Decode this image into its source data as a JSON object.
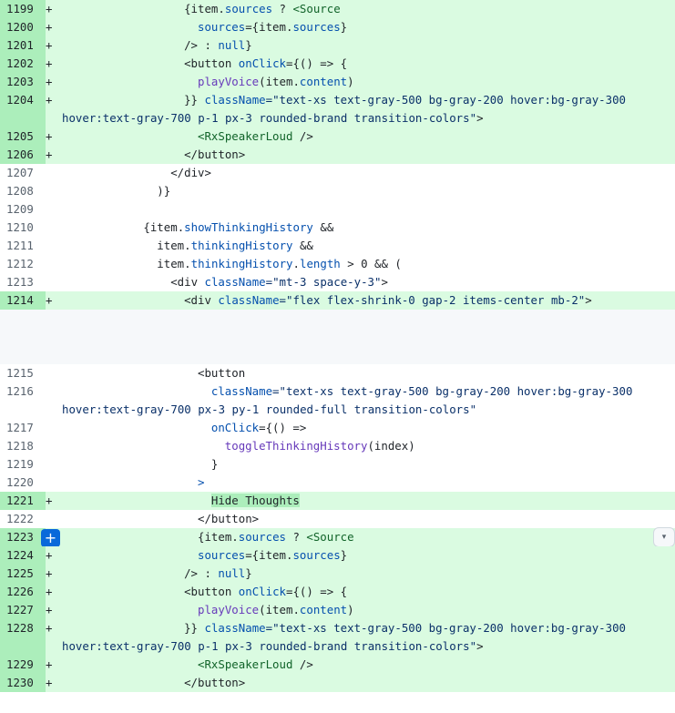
{
  "diff": {
    "lines": [
      {
        "kind": "add",
        "num": "1199",
        "marker": "+",
        "indent": 18,
        "segments": [
          [
            "t",
            "{item."
          ],
          [
            "attr",
            "sources"
          ],
          [
            "t",
            " ? "
          ],
          [
            "tag",
            "<Source"
          ]
        ]
      },
      {
        "kind": "add",
        "num": "1200",
        "marker": "+",
        "indent": 20,
        "segments": [
          [
            "attr",
            "sources"
          ],
          [
            "t",
            "={item."
          ],
          [
            "attr",
            "sources"
          ],
          [
            "t",
            "}"
          ]
        ]
      },
      {
        "kind": "add",
        "num": "1201",
        "marker": "+",
        "indent": 18,
        "segments": [
          [
            "t",
            "/> : "
          ],
          [
            "attr",
            "null"
          ],
          [
            "t",
            "}"
          ]
        ]
      },
      {
        "kind": "add",
        "num": "1202",
        "marker": "+",
        "indent": 18,
        "segments": [
          [
            "t",
            "<button "
          ],
          [
            "attr",
            "onClick"
          ],
          [
            "t",
            "={() => {"
          ]
        ]
      },
      {
        "kind": "add",
        "num": "1203",
        "marker": "+",
        "indent": 20,
        "segments": [
          [
            "fn",
            "playVoice"
          ],
          [
            "t",
            "(item."
          ],
          [
            "attr",
            "content"
          ],
          [
            "t",
            ")"
          ]
        ]
      },
      {
        "kind": "add",
        "num": "1204",
        "marker": "+",
        "indent": 18,
        "segments": [
          [
            "t",
            "}} "
          ],
          [
            "attr",
            "className"
          ],
          [
            "str",
            "=\"text-xs text-gray-500 bg-gray-200 hover:bg-gray-300 hover:text-gray-700 p-1 px-3 rounded-brand transition-colors\""
          ],
          [
            "t",
            ">"
          ]
        ]
      },
      {
        "kind": "add",
        "num": "1205",
        "marker": "+",
        "indent": 20,
        "segments": [
          [
            "tag",
            "<RxSpeakerLoud"
          ],
          [
            "t",
            " />"
          ]
        ]
      },
      {
        "kind": "add",
        "num": "1206",
        "marker": "+",
        "indent": 18,
        "segments": [
          [
            "t",
            "</button>"
          ]
        ]
      },
      {
        "kind": "ctx",
        "num": "1207",
        "marker": "",
        "indent": 16,
        "segments": [
          [
            "t",
            "</div>"
          ]
        ]
      },
      {
        "kind": "ctx",
        "num": "1208",
        "marker": "",
        "indent": 14,
        "segments": [
          [
            "t",
            ")}"
          ]
        ]
      },
      {
        "kind": "ctx",
        "num": "1209",
        "marker": "",
        "indent": 0,
        "segments": []
      },
      {
        "kind": "ctx",
        "num": "1210",
        "marker": "",
        "indent": 12,
        "segments": [
          [
            "t",
            "{item."
          ],
          [
            "attr",
            "showThinkingHistory"
          ],
          [
            "t",
            " &&"
          ]
        ]
      },
      {
        "kind": "ctx",
        "num": "1211",
        "marker": "",
        "indent": 14,
        "segments": [
          [
            "t",
            "item."
          ],
          [
            "attr",
            "thinkingHistory"
          ],
          [
            "t",
            " &&"
          ]
        ]
      },
      {
        "kind": "ctx",
        "num": "1212",
        "marker": "",
        "indent": 14,
        "segments": [
          [
            "t",
            "item."
          ],
          [
            "attr",
            "thinkingHistory"
          ],
          [
            "t",
            "."
          ],
          [
            "attr",
            "length"
          ],
          [
            "t",
            " > 0 && ("
          ]
        ]
      },
      {
        "kind": "ctx",
        "num": "1213",
        "marker": "",
        "indent": 16,
        "segments": [
          [
            "t",
            "<div "
          ],
          [
            "attr",
            "className"
          ],
          [
            "str",
            "=\"mt-3 space-y-3\""
          ],
          [
            "t",
            ">"
          ]
        ]
      },
      {
        "kind": "add",
        "num": "1214",
        "marker": "+",
        "indent": 18,
        "segments": [
          [
            "t",
            "<div "
          ],
          [
            "attr",
            "className"
          ],
          [
            "str",
            "=\"flex flex-shrink-0 gap-2 items-center mb-2\""
          ],
          [
            "t",
            ">"
          ]
        ]
      },
      {
        "kind": "gap",
        "height": 60
      },
      {
        "kind": "ctx",
        "num": "1215",
        "marker": "",
        "indent": 20,
        "segments": [
          [
            "t",
            "<button"
          ]
        ]
      },
      {
        "kind": "ctx",
        "num": "1216",
        "marker": "",
        "indent": 22,
        "segments": [
          [
            "attr",
            "className"
          ],
          [
            "str",
            "=\"text-xs text-gray-500 bg-gray-200 hover:bg-gray-300 hover:text-gray-700 px-3 py-1 rounded-full transition-colors\""
          ]
        ]
      },
      {
        "kind": "ctx",
        "num": "1217",
        "marker": "",
        "indent": 22,
        "segments": [
          [
            "attr",
            "onClick"
          ],
          [
            "t",
            "={() =>"
          ]
        ]
      },
      {
        "kind": "ctx",
        "num": "1218",
        "marker": "",
        "indent": 24,
        "segments": [
          [
            "fn",
            "toggleThinkingHistory"
          ],
          [
            "t",
            "(index)"
          ]
        ]
      },
      {
        "kind": "ctx",
        "num": "1219",
        "marker": "",
        "indent": 22,
        "segments": [
          [
            "t",
            "}"
          ]
        ]
      },
      {
        "kind": "ctx",
        "num": "1220",
        "marker": "",
        "indent": 20,
        "segments": [
          [
            "attr",
            ">"
          ]
        ]
      },
      {
        "kind": "add",
        "num": "1221",
        "marker": "+",
        "indent": 22,
        "segments": [
          [
            "hl",
            "Hide Thoughts"
          ]
        ]
      },
      {
        "kind": "ctx",
        "num": "1222",
        "marker": "",
        "indent": 20,
        "segments": [
          [
            "t",
            "</button>"
          ]
        ]
      },
      {
        "kind": "add",
        "num": "1223",
        "marker": "",
        "indent": 20,
        "expand": true,
        "menu": true,
        "segments": [
          [
            "t",
            "{item."
          ],
          [
            "attr",
            "sources"
          ],
          [
            "t",
            " ? "
          ],
          [
            "tag",
            "<Source"
          ]
        ]
      },
      {
        "kind": "add",
        "num": "1224",
        "marker": "+",
        "indent": 20,
        "segments": [
          [
            "attr",
            "sources"
          ],
          [
            "t",
            "={item."
          ],
          [
            "attr",
            "sources"
          ],
          [
            "t",
            "}"
          ]
        ]
      },
      {
        "kind": "add",
        "num": "1225",
        "marker": "+",
        "indent": 18,
        "segments": [
          [
            "t",
            "/> : "
          ],
          [
            "attr",
            "null"
          ],
          [
            "t",
            "}"
          ]
        ]
      },
      {
        "kind": "add",
        "num": "1226",
        "marker": "+",
        "indent": 18,
        "segments": [
          [
            "t",
            "<button "
          ],
          [
            "attr",
            "onClick"
          ],
          [
            "t",
            "={() => {"
          ]
        ]
      },
      {
        "kind": "add",
        "num": "1227",
        "marker": "+",
        "indent": 20,
        "segments": [
          [
            "fn",
            "playVoice"
          ],
          [
            "t",
            "(item."
          ],
          [
            "attr",
            "content"
          ],
          [
            "t",
            ")"
          ]
        ]
      },
      {
        "kind": "add",
        "num": "1228",
        "marker": "+",
        "indent": 18,
        "segments": [
          [
            "t",
            "}} "
          ],
          [
            "attr",
            "className"
          ],
          [
            "str",
            "=\"text-xs text-gray-500 bg-gray-200 hover:bg-gray-300 hover:text-gray-700 p-1 px-3 rounded-brand transition-colors\""
          ],
          [
            "t",
            ">"
          ]
        ]
      },
      {
        "kind": "add",
        "num": "1229",
        "marker": "+",
        "indent": 20,
        "segments": [
          [
            "tag",
            "<RxSpeakerLoud"
          ],
          [
            "t",
            " />"
          ]
        ]
      },
      {
        "kind": "add",
        "num": "1230",
        "marker": "+",
        "indent": 18,
        "segments": [
          [
            "t",
            "</button>"
          ]
        ]
      }
    ],
    "expand_icon": "plus-icon",
    "expand_glyph": "+",
    "menu_icon": "chevron-down-icon",
    "menu_glyph": "▾"
  }
}
